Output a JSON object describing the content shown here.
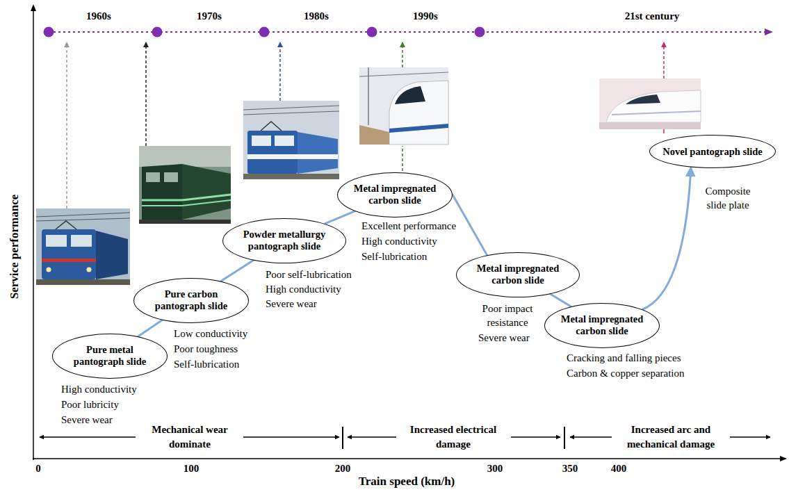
{
  "diagram": {
    "nodes": [
      {
        "text": [
          "Pure metal pantograph slide"
        ]
      },
      {
        "text": [
          "Pure carbon pantograph slide"
        ]
      },
      {
        "text": [
          "Powder metallurgy pantograph slide"
        ]
      },
      {
        "text": [
          "Metal impregnated carbon slide"
        ]
      },
      {
        "text": [
          "Metal impregnated carbon slide"
        ]
      },
      {
        "text": [
          "Metal impregnated carbon slide"
        ]
      },
      {
        "text": [
          "Novel pantograph slide"
        ]
      }
    ],
    "edges": [
      {
        "from": 0,
        "to": 1,
        "arrow": "none"
      },
      {
        "from": 1,
        "to": 2,
        "arrow": "none"
      },
      {
        "from": 2,
        "to": 3,
        "arrow": "none"
      },
      {
        "from": 3,
        "to": 4,
        "arrow": "none"
      },
      {
        "from": 4,
        "to": 5,
        "arrow": "none"
      },
      {
        "from": 5,
        "to": 6,
        "arrow": "to"
      }
    ],
    "labels": [
      "1960s",
      "1970s",
      "1980s",
      "1990s",
      "21st century",
      "High conductivity",
      "Poor lubricity",
      "Severe wear",
      "Low conductivity",
      "Poor toughness",
      "Self-lubrication",
      "Poor self-lubrication",
      "High conductivity",
      "Severe wear",
      "Excellent performance",
      "High conductivity",
      "Self-lubrication",
      "Poor impact resistance",
      "Severe wear",
      "Cracking and falling pieces",
      "Carbon & copper separation",
      "Composite slide plate",
      "Mechanical wear dominate",
      "Increased electrical damage",
      "Increased arc and mechanical damage",
      "Service performance",
      "0",
      "100",
      "200",
      "300",
      "350",
      "400",
      "Train speed (km/h)"
    ]
  }
}
